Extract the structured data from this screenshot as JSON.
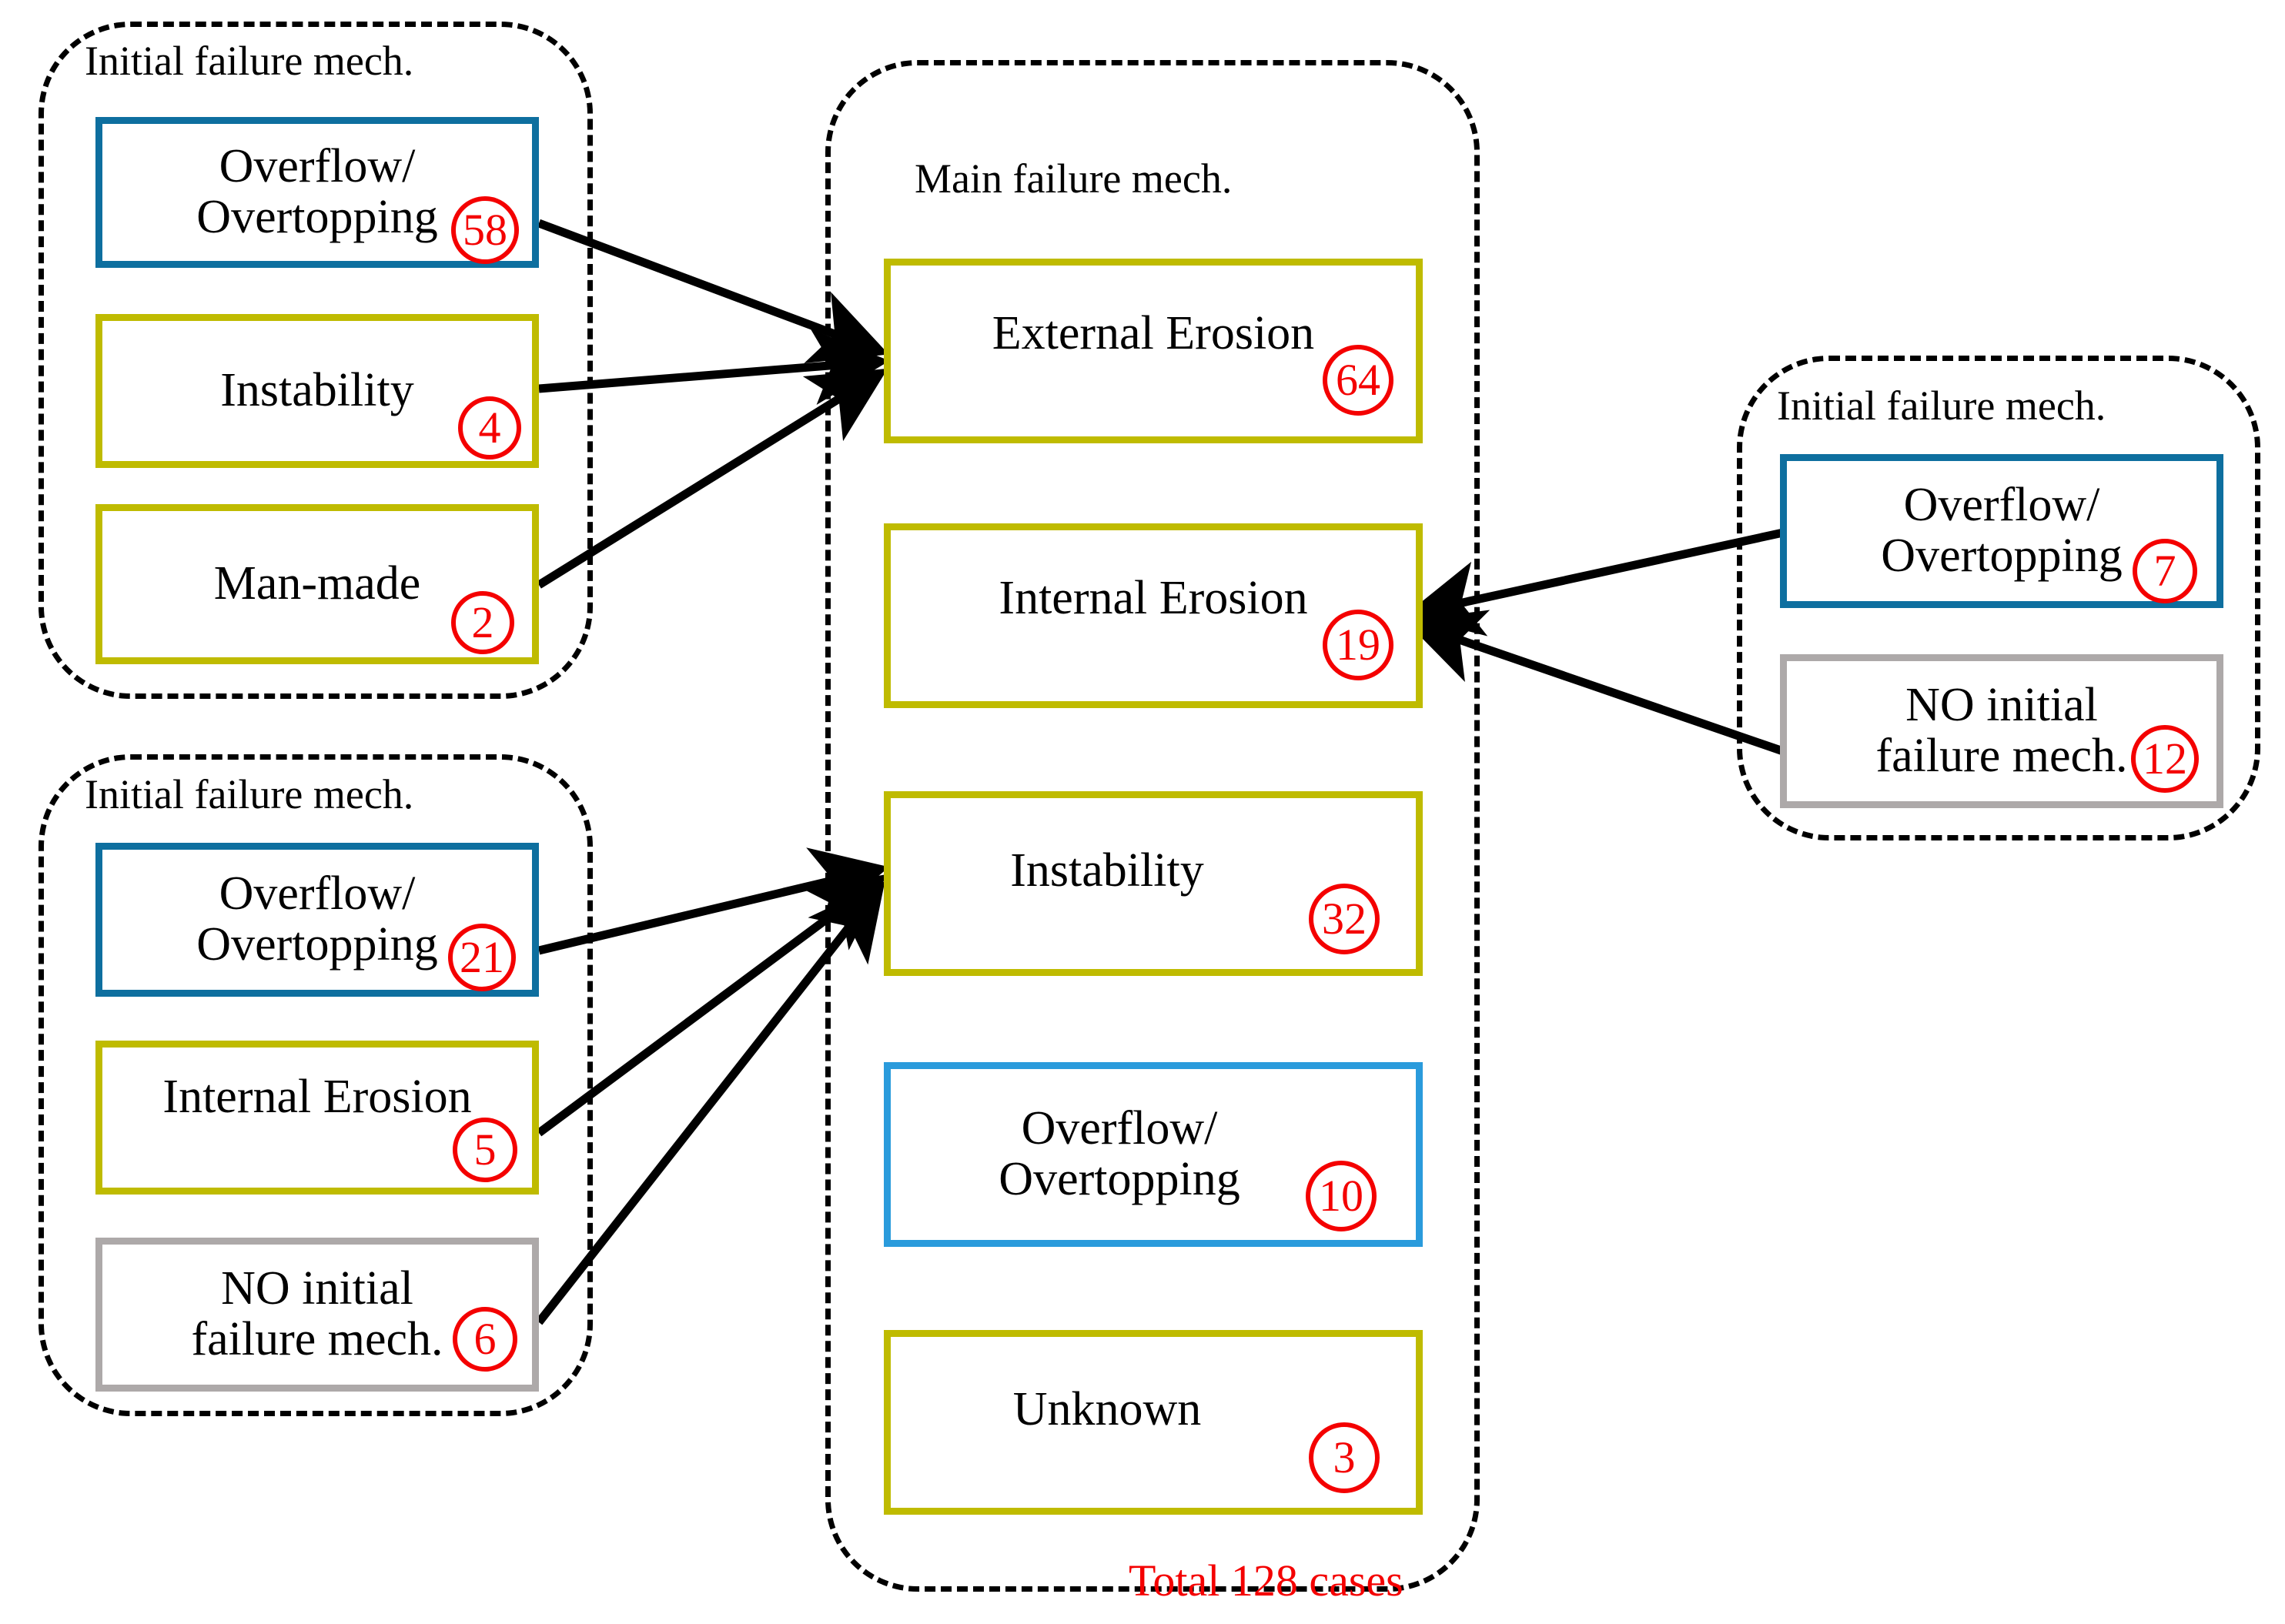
{
  "diagram": {
    "title_left_top": "Initial failure mech.",
    "title_left_bottom": "Initial failure mech.",
    "title_center": "Main failure mech.",
    "title_right": "Initial failure mech.",
    "total_cases": "Total 128 cases",
    "colors": {
      "blue_dark": "#0E6F9F",
      "blue_light": "#2A9BDC",
      "olive": "#BFBB00",
      "gray": "#ADA9A9",
      "red": "#F40000",
      "black": "#000000"
    }
  },
  "chart_data": {
    "type": "diagram",
    "title": "Initial failure mechanisms mapped to main failure mechanisms",
    "total": 128,
    "groups": [
      {
        "id": "left-top",
        "title": "Initial failure mech.",
        "items": [
          {
            "label": "Overflow/\nOvertopping",
            "value": 58,
            "color": "#0E6F9F"
          },
          {
            "label": "Instability",
            "value": 4,
            "color": "#BFBB00"
          },
          {
            "label": "Man-made",
            "value": 2,
            "color": "#BFBB00"
          }
        ]
      },
      {
        "id": "left-bottom",
        "title": "Initial failure mech.",
        "items": [
          {
            "label": "Overflow/\nOvertopping",
            "value": 21,
            "color": "#0E6F9F"
          },
          {
            "label": "Internal Erosion",
            "value": 5,
            "color": "#BFBB00"
          },
          {
            "label": "NO initial\nfailure mech.",
            "value": 6,
            "color": "#ADA9A9"
          }
        ]
      },
      {
        "id": "center",
        "title": "Main failure mech.",
        "items": [
          {
            "label": "External Erosion",
            "value": 64,
            "color": "#BFBB00"
          },
          {
            "label": "Internal Erosion",
            "value": 19,
            "color": "#BFBB00"
          },
          {
            "label": "Instability",
            "value": 32,
            "color": "#BFBB00"
          },
          {
            "label": "Overflow/\nOvertopping",
            "value": 10,
            "color": "#2A9BDC"
          },
          {
            "label": "Unknown",
            "value": 3,
            "color": "#BFBB00"
          }
        ]
      },
      {
        "id": "right",
        "title": "Initial failure mech.",
        "items": [
          {
            "label": "Overflow/\nOvertopping",
            "value": 7,
            "color": "#0E6F9F"
          },
          {
            "label": "NO initial\nfailure mech.",
            "value": 12,
            "color": "#ADA9A9"
          }
        ]
      }
    ],
    "flows": [
      {
        "from": "left-top.Overflow/Overtopping",
        "to": "center.External Erosion",
        "value": 58
      },
      {
        "from": "left-top.Instability",
        "to": "center.External Erosion",
        "value": 4
      },
      {
        "from": "left-top.Man-made",
        "to": "center.External Erosion",
        "value": 2
      },
      {
        "from": "left-bottom.Overflow/Overtopping",
        "to": "center.Instability",
        "value": 21
      },
      {
        "from": "left-bottom.Internal Erosion",
        "to": "center.Instability",
        "value": 5
      },
      {
        "from": "left-bottom.NO initial failure mech.",
        "to": "center.Instability",
        "value": 6
      },
      {
        "from": "right.Overflow/Overtopping",
        "to": "center.Internal Erosion",
        "value": 7
      },
      {
        "from": "right.NO initial failure mech.",
        "to": "center.Internal Erosion",
        "value": 12
      }
    ]
  }
}
